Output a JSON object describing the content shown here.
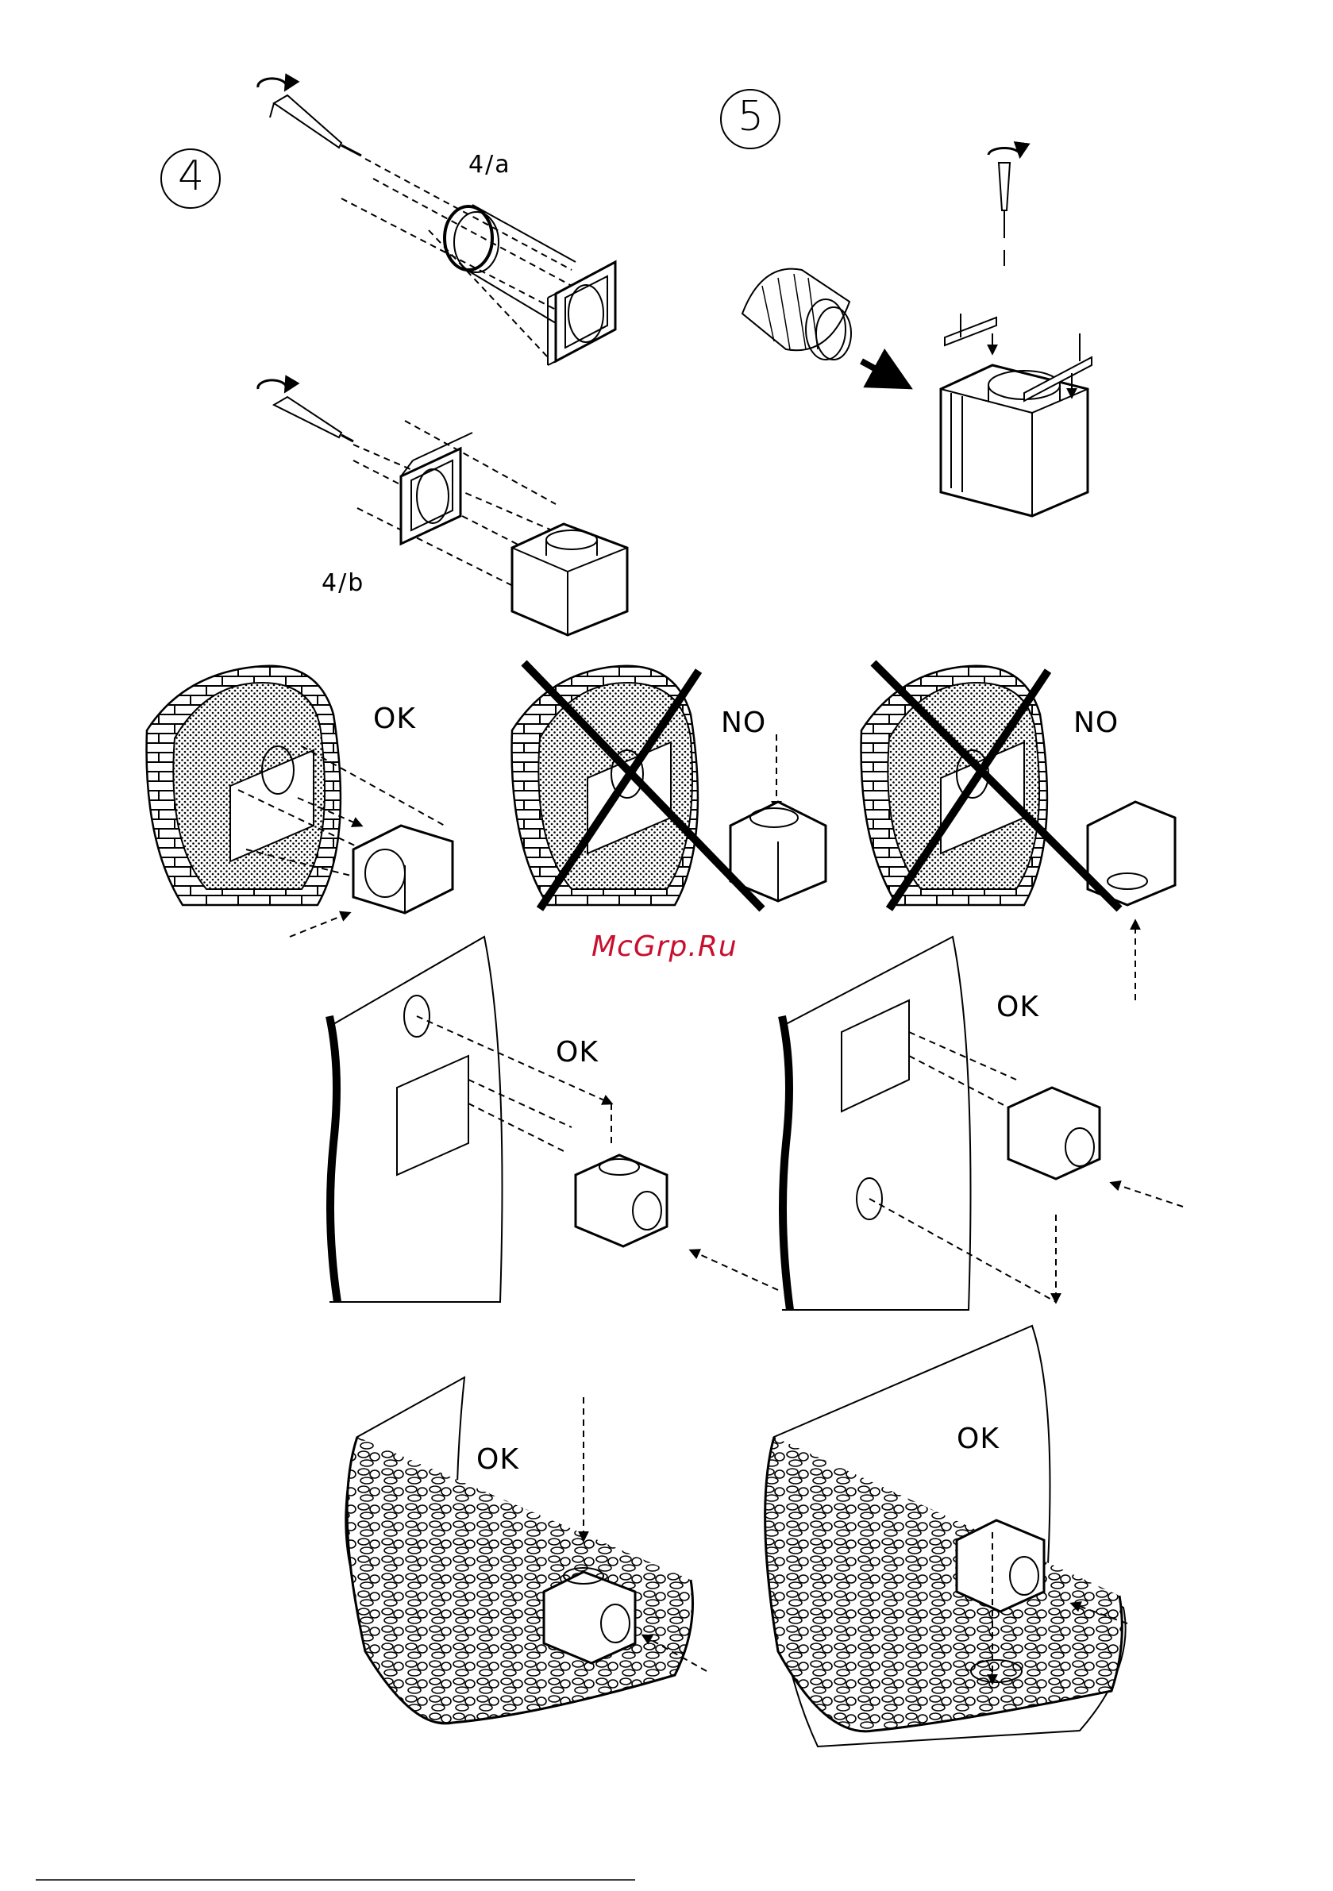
{
  "steps": {
    "step4": "4",
    "step5": "5"
  },
  "sub_labels": {
    "a": "4/a",
    "b": "4/b"
  },
  "verdicts": {
    "row1": [
      "OK",
      "NO",
      "NO"
    ],
    "row2": [
      "OK",
      "OK"
    ],
    "row3": [
      "OK",
      "OK"
    ]
  },
  "watermark": "McGrp.Ru",
  "colors": {
    "ink": "#000000",
    "watermark": "#c8102e",
    "paper": "#ffffff"
  }
}
